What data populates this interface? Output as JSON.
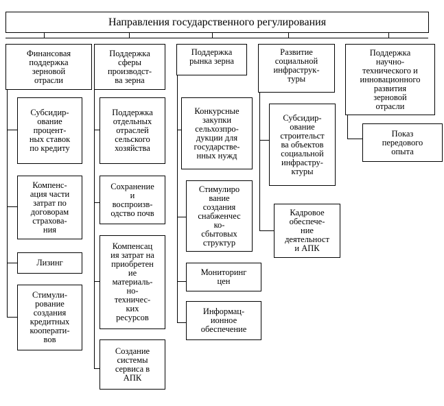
{
  "title": "Направления государственного регулирования",
  "columns": [
    {
      "header": "Финансовая\nподдержка\nзерновой\nотрасли",
      "items": [
        "Субсидир-\nование\nпроцент-\nных ставок\nпо кредиту",
        "Компенс-\nация части\nзатрат по\nдоговорам\nстрахова-\nния",
        "Лизинг",
        "Стимули-\nрование\nсоздания\nкредитных\nкооперати-\nвов"
      ]
    },
    {
      "header": "Поддержка\nсферы\nпроизводст-\nва зерна",
      "items": [
        "Поддержка\nотдельных\nотраслей\nсельского\nхозяйства",
        "Сохранение\nи\nвоспроизв-\nодство почв",
        "Компенсац\nия затрат на\nприобретен\nие\nматериаль-\nно-\nтехничес-\nких\nресурсов",
        "Создание\nсистемы\nсервиса в\nАПК"
      ]
    },
    {
      "header": "Поддержка\nрынка зерна",
      "items": [
        "Конкурсные\nзакупки\nсельхозпро-\nдукции для\nгосударстве-\nнных нужд",
        "Стимулиро\nвание\nсоздания\nснабженчес\nко-\nсбытовых\nструктур",
        "Мониторинг\nцен",
        "Информац-\nионное\nобеспечение"
      ]
    },
    {
      "header": "Развитие\nсоциальной\nинфраструк-\nтуры",
      "items": [
        "Субсидир-\nование\nстроительст\nва объектов\nсоциальной\nинфрастру-\nктуры",
        "Кадровое\nобеспече-\nние\nдеятельност\nи АПК"
      ]
    },
    {
      "header": "Поддержка\nнаучно-\nтехнического и\nинновационного\nразвития\nзерновой\nотрасли",
      "items": [
        "Показ\nпередового\nопыта"
      ]
    }
  ]
}
